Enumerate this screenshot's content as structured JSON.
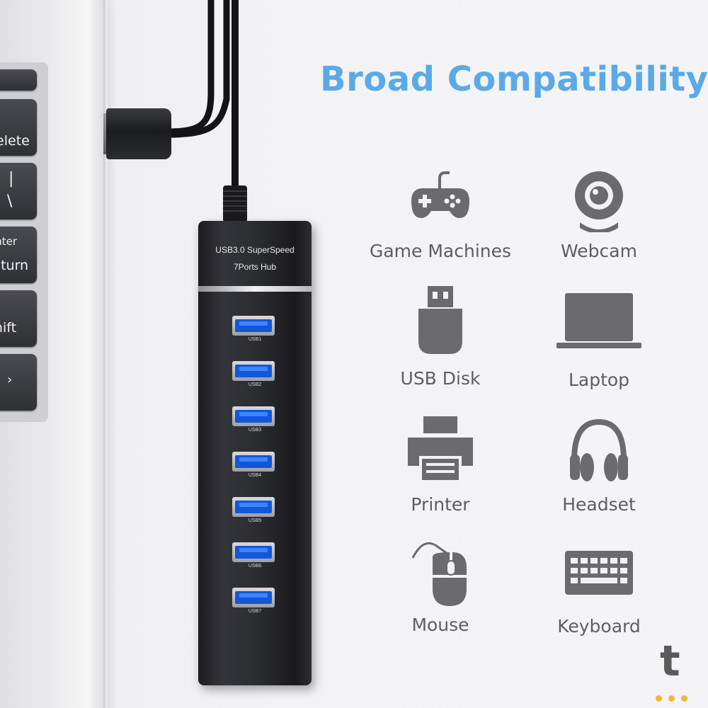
{
  "headline": "Broad Compatibility",
  "hub": {
    "line1": "USB3.0 SuperSpeed",
    "line2": "7Ports Hub",
    "ports": [
      "USB1",
      "USB2",
      "USB3",
      "USB4",
      "USB5",
      "USB6",
      "USB7"
    ]
  },
  "keyboard_keys": [
    "delete",
    "|",
    "\\",
    "enter",
    "return",
    "shift",
    "›"
  ],
  "devices": [
    {
      "label": "Game Machines",
      "icon": "gamepad-icon"
    },
    {
      "label": "Webcam",
      "icon": "webcam-icon"
    },
    {
      "label": "USB Disk",
      "icon": "usb-disk-icon"
    },
    {
      "label": "Laptop",
      "icon": "laptop-icon"
    },
    {
      "label": "Printer",
      "icon": "printer-icon"
    },
    {
      "label": "Headset",
      "icon": "headset-icon"
    },
    {
      "label": "Mouse",
      "icon": "mouse-icon"
    },
    {
      "label": "Keyboard",
      "icon": "keyboard-icon"
    }
  ],
  "watermark": "t",
  "colors": {
    "headline": "#5aaae8",
    "icon": "#6b6b6d",
    "label": "#5e5e60",
    "port_blue": "#1257d8",
    "dots": "#f2b73a"
  }
}
